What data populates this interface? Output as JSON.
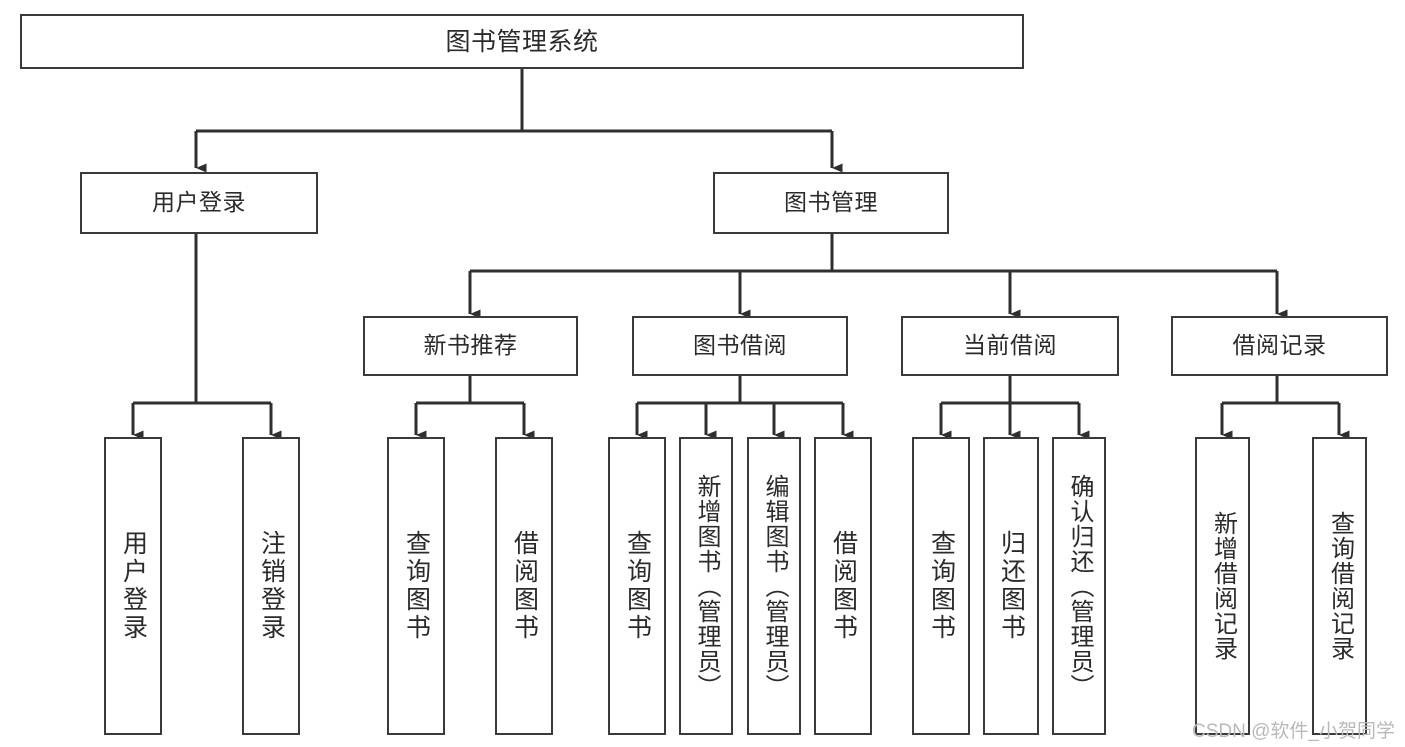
{
  "diagram": {
    "type": "tree-hierarchy",
    "title": "图书管理系统",
    "orientation": "top-down",
    "colors": {
      "box_border": "#3a3a3a",
      "box_fill": "#ffffff",
      "connector": "#2f2f2f",
      "text": "#2b2b2b",
      "watermark": "#b9b9b9"
    }
  },
  "root": {
    "label": "图书管理系统"
  },
  "level2": [
    {
      "label": "用户登录"
    },
    {
      "label": "图书管理"
    }
  ],
  "level3": [
    {
      "label": "新书推荐"
    },
    {
      "label": "图书借阅"
    },
    {
      "label": "当前借阅"
    },
    {
      "label": "借阅记录"
    }
  ],
  "leaves": {
    "user_login": [
      {
        "label": "用户登录"
      },
      {
        "label": "注销登录"
      }
    ],
    "new_book_recommend": [
      {
        "label": "查询图书"
      },
      {
        "label": "借阅图书"
      }
    ],
    "book_borrow": [
      {
        "label": "查询图书"
      },
      {
        "label": "新增图书（管理员）"
      },
      {
        "label": "编辑图书（管理员）"
      },
      {
        "label": "借阅图书"
      }
    ],
    "current_borrow": [
      {
        "label": "查询图书"
      },
      {
        "label": "归还图书"
      },
      {
        "label": "确认归还（管理员）"
      }
    ],
    "borrow_record": [
      {
        "label": "新增借阅记录"
      },
      {
        "label": "查询借阅记录"
      }
    ]
  },
  "watermark": {
    "text": "CSDN @软件_小贺同学"
  }
}
